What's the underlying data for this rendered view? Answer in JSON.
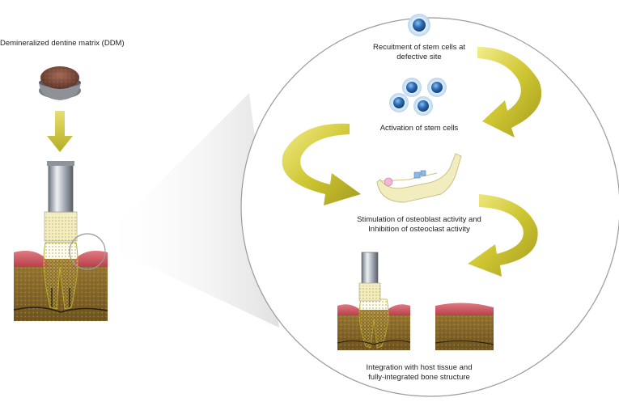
{
  "labels": {
    "ddm": "Demineralized dentine matrix (DDM)",
    "recruitment_line1": "Recuitment of stem cells at",
    "recruitment_line2": "defective site",
    "activation": "Activation of stem cells",
    "stimulation_line1": "Stimulation of osteoblast activity and",
    "stimulation_line2": "Inhibition of osteoclast activity",
    "integration_line1": "Integration with host tissue and",
    "integration_line2": "fully-integrated bone structure"
  },
  "colors": {
    "arrow": "#c9c22a",
    "gum": "#c8505a",
    "bone": "#8a6a28",
    "graft": "#e3d85a",
    "stem_cell": "#2d6fb8",
    "circle_border": "#9a9a9a"
  },
  "icons": [
    "bowl-of-ddm-icon",
    "syringe-icon",
    "stem-cell-icon",
    "mandible-icon",
    "tooth-socket-icon"
  ]
}
